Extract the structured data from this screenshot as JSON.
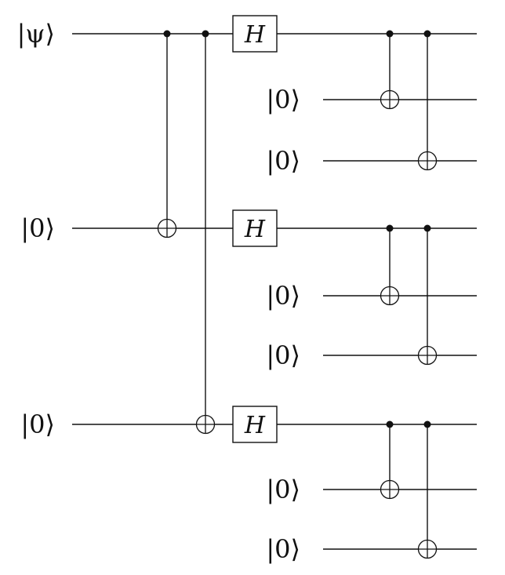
{
  "gate_label": "H",
  "qubits": [
    {
      "label": "|ψ⟩"
    },
    {
      "label": "|0⟩"
    },
    {
      "label": "|0⟩"
    },
    {
      "label": "|0⟩"
    },
    {
      "label": "|0⟩"
    },
    {
      "label": "|0⟩"
    },
    {
      "label": "|0⟩"
    },
    {
      "label": "|0⟩"
    },
    {
      "label": "|0⟩"
    }
  ],
  "gates": [
    {
      "type": "cnot",
      "control": 0,
      "target": 3,
      "step": 1
    },
    {
      "type": "cnot",
      "control": 0,
      "target": 6,
      "step": 2
    },
    {
      "type": "h",
      "qubit": 0,
      "step": 3
    },
    {
      "type": "h",
      "qubit": 3,
      "step": 3
    },
    {
      "type": "h",
      "qubit": 6,
      "step": 3
    },
    {
      "type": "cnot",
      "control": 0,
      "target": 1,
      "step": 4
    },
    {
      "type": "cnot",
      "control": 0,
      "target": 2,
      "step": 5
    },
    {
      "type": "cnot",
      "control": 3,
      "target": 4,
      "step": 4
    },
    {
      "type": "cnot",
      "control": 3,
      "target": 5,
      "step": 5
    },
    {
      "type": "cnot",
      "control": 6,
      "target": 7,
      "step": 4
    },
    {
      "type": "cnot",
      "control": 6,
      "target": 8,
      "step": 5
    }
  ]
}
